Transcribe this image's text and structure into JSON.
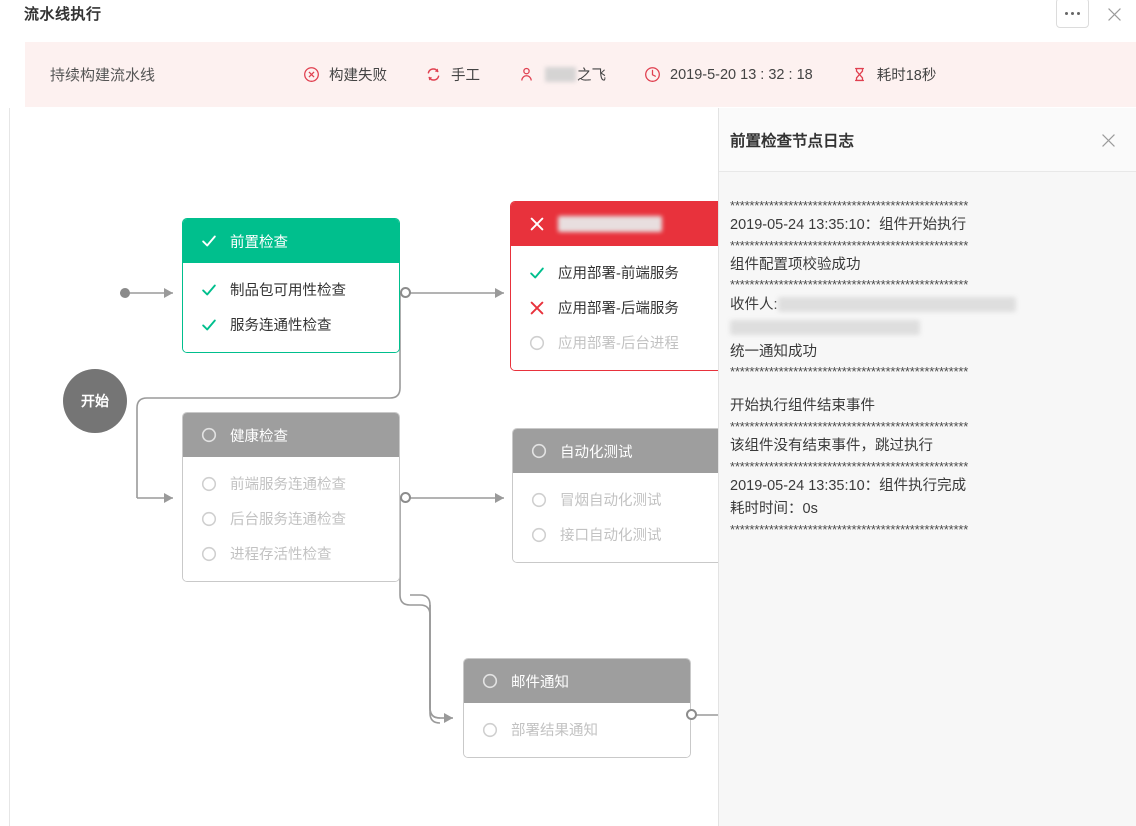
{
  "window": {
    "title": "流水线执行",
    "more_icon": "ellipsis-icon",
    "close_icon": "close-icon"
  },
  "banner": {
    "pipeline_name": "持续构建流水线",
    "items": [
      {
        "icon": "error-circle-icon",
        "label": "构建失败"
      },
      {
        "icon": "refresh-icon",
        "label": "手工"
      },
      {
        "icon": "user-icon",
        "label": "之飞",
        "redacted": true
      },
      {
        "icon": "clock-icon",
        "label": "2019-5-20 13 : 32 : 18"
      },
      {
        "icon": "hourglass-icon",
        "label": "耗时18秒"
      }
    ]
  },
  "graph": {
    "start_node": {
      "label": "开始"
    },
    "nodes": [
      {
        "id": "precheck",
        "status": "success",
        "title": "前置检查",
        "title_icon": "check-icon",
        "tasks": [
          {
            "label": "制品包可用性检查",
            "status": "done"
          },
          {
            "label": "服务连通性检查",
            "status": "done"
          }
        ]
      },
      {
        "id": "deploy",
        "status": "failed",
        "title": "",
        "title_redacted": true,
        "title_icon": "cross-icon",
        "tasks": [
          {
            "label": "应用部署-前端服务",
            "status": "done"
          },
          {
            "label": "应用部署-后端服务",
            "status": "failed"
          },
          {
            "label": "应用部署-后台进程",
            "status": "pending"
          }
        ]
      },
      {
        "id": "health",
        "status": "pending",
        "title": "健康检查",
        "title_icon": "circle-icon",
        "tasks": [
          {
            "label": "前端服务连通检查",
            "status": "pending"
          },
          {
            "label": "后台服务连通检查",
            "status": "pending"
          },
          {
            "label": "进程存活性检查",
            "status": "pending"
          }
        ]
      },
      {
        "id": "autotest",
        "status": "pending",
        "title": "自动化测试",
        "title_icon": "circle-icon",
        "tasks": [
          {
            "label": "冒烟自动化测试",
            "status": "pending"
          },
          {
            "label": "接口自动化测试",
            "status": "pending"
          }
        ]
      },
      {
        "id": "mail",
        "status": "pending",
        "title": "邮件通知",
        "title_icon": "circle-icon",
        "tasks": [
          {
            "label": "部署结果通知",
            "status": "pending"
          }
        ]
      }
    ]
  },
  "log": {
    "title": "前置检查节点日志",
    "close_icon": "close-icon",
    "lines": [
      {
        "type": "stars",
        "text": "*************************************************"
      },
      {
        "type": "text",
        "text": "2019-05-24 13:35:10：组件开始执行"
      },
      {
        "type": "stars",
        "text": "*************************************************"
      },
      {
        "type": "text",
        "text": "组件配置项校验成功"
      },
      {
        "type": "stars",
        "text": "*************************************************"
      },
      {
        "type": "recipients",
        "prefix": "收件人:",
        "text": ""
      },
      {
        "type": "text",
        "text": "统一通知成功"
      },
      {
        "type": "stars",
        "text": "*************************************************"
      },
      {
        "type": "blank",
        "text": ""
      },
      {
        "type": "text",
        "text": "开始执行组件结束事件"
      },
      {
        "type": "stars",
        "text": "*************************************************"
      },
      {
        "type": "text",
        "text": "该组件没有结束事件，跳过执行"
      },
      {
        "type": "stars",
        "text": "*************************************************"
      },
      {
        "type": "text",
        "text": "2019-05-24 13:35:10：组件执行完成"
      },
      {
        "type": "text",
        "text": "耗时时间：0s"
      },
      {
        "type": "stars",
        "text": "*************************************************"
      }
    ]
  },
  "colors": {
    "success": "#00bf8d",
    "failed": "#e8323c",
    "pending": "#9e9e9e",
    "banner_bg": "#fdf1f0",
    "connector": "#9a9a9a"
  }
}
